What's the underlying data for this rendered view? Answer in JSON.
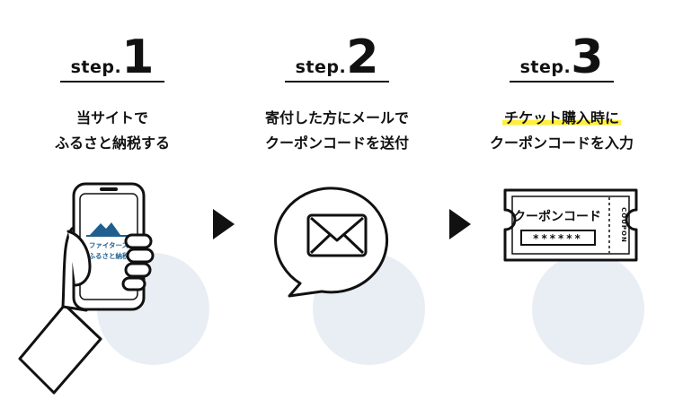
{
  "steps": [
    {
      "label": "step.",
      "number": "1",
      "caption_lines": [
        "当サイトで",
        "ふるさと納税する"
      ],
      "icon": "hand-holding-phone-icon",
      "screen_lines": [
        "ファイターズ",
        "ふるさと納税"
      ]
    },
    {
      "label": "step.",
      "number": "2",
      "caption_lines": [
        "寄付した方にメールで",
        "クーポンコードを送付"
      ],
      "icon": "mail-speech-bubble-icon"
    },
    {
      "label": "step.",
      "number": "3",
      "caption_lines": [
        "チケット購入時に",
        "クーポンコードを入力"
      ],
      "icon": "coupon-ticket-icon",
      "coupon": {
        "title": "クーポンコード",
        "code": "******",
        "side_label": "COUPON"
      }
    }
  ],
  "colors": {
    "blob": "#e8eef4",
    "highlight": "#ffef3a",
    "phone_logo": "#1f5f8f"
  }
}
